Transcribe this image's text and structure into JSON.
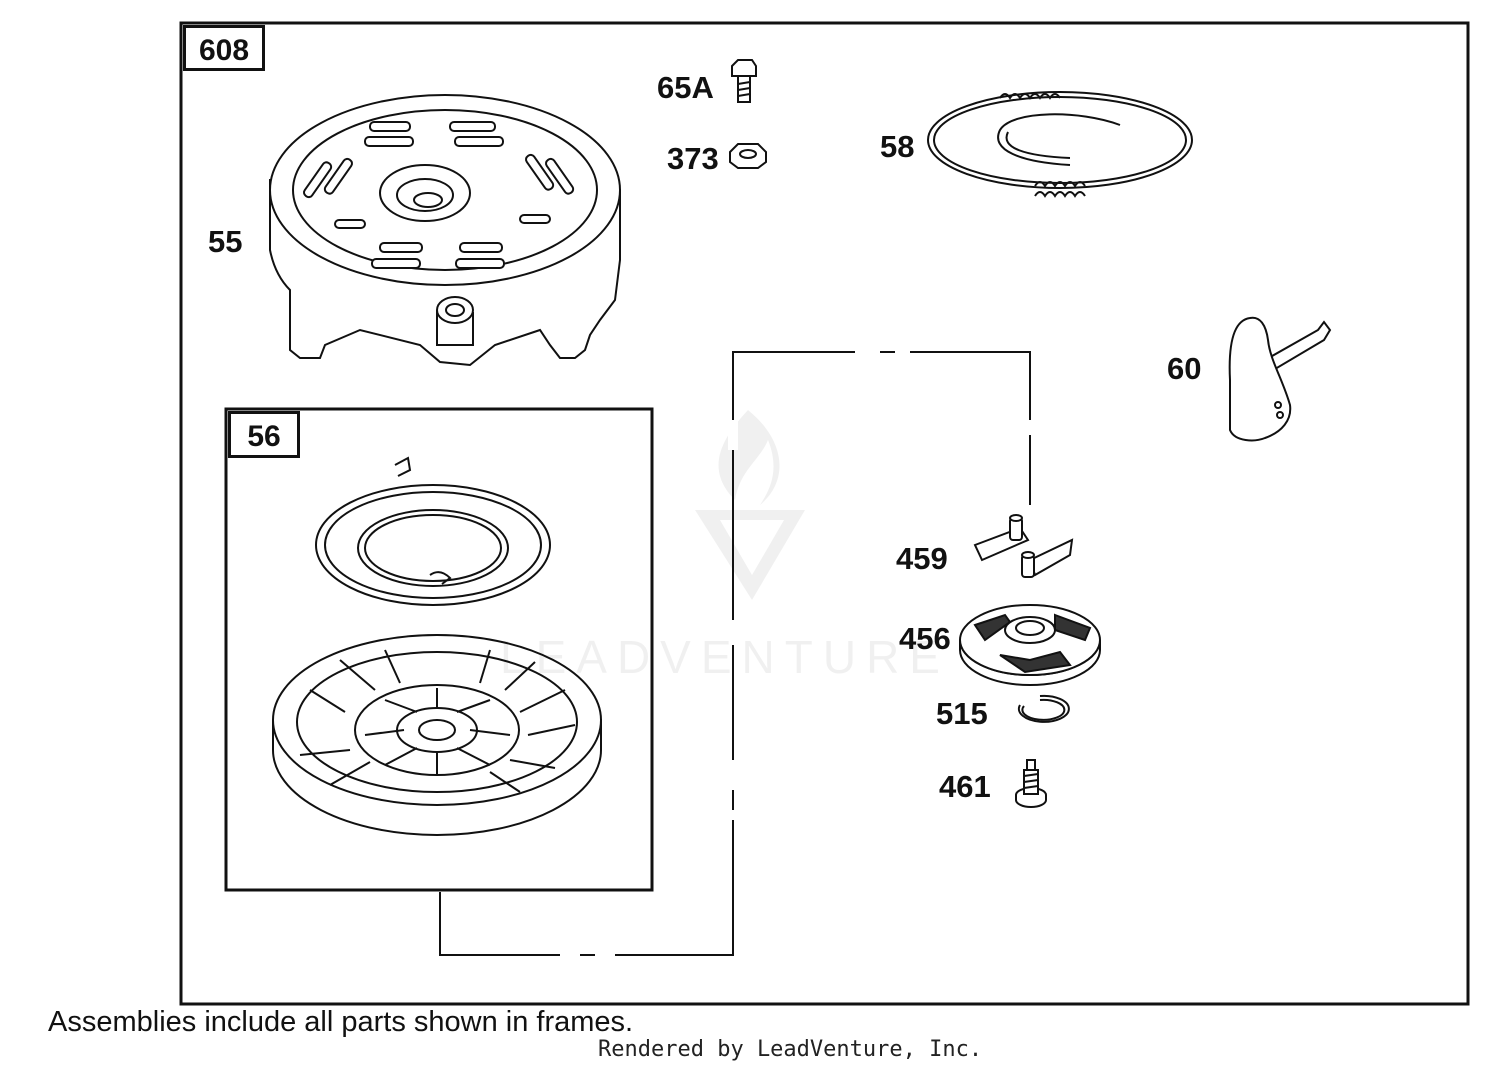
{
  "assembly": {
    "outer_frame_label": "608",
    "inner_frame_label": "56"
  },
  "parts": [
    {
      "id": "p55",
      "number": "55",
      "icon": "rewind-housing-icon"
    },
    {
      "id": "p65a",
      "number": "65A",
      "icon": "bolt-icon"
    },
    {
      "id": "p373",
      "number": "373",
      "icon": "nut-icon"
    },
    {
      "id": "p58",
      "number": "58",
      "icon": "starter-rope-icon"
    },
    {
      "id": "p60",
      "number": "60",
      "icon": "starter-handle-icon"
    },
    {
      "id": "p459",
      "number": "459",
      "icon": "pawl-icon"
    },
    {
      "id": "p456",
      "number": "456",
      "icon": "ratchet-icon"
    },
    {
      "id": "p515",
      "number": "515",
      "icon": "retaining-ring-icon"
    },
    {
      "id": "p461",
      "number": "461",
      "icon": "screw-icon"
    }
  ],
  "inner_parts_icons": [
    "spring-icon",
    "pulley-icon"
  ],
  "footnote": "Assemblies include all parts shown in frames.",
  "credit": "Rendered by LeadVenture, Inc.",
  "watermark": "LEADVENTURE",
  "colors": {
    "line": "#111111",
    "background": "#ffffff"
  }
}
